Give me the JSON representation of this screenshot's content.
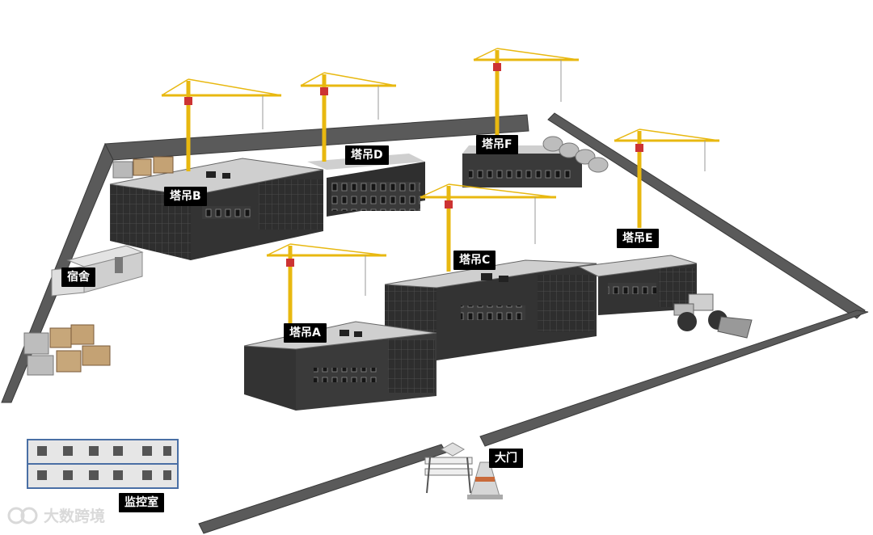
{
  "labels": {
    "crane_a": "塔吊A",
    "crane_b": "塔吊B",
    "crane_c": "塔吊C",
    "crane_d": "塔吊D",
    "crane_e": "塔吊E",
    "crane_f": "塔吊F",
    "dormitory": "宿舍",
    "gate": "大门",
    "monitor_room": "监控室"
  },
  "watermark": {
    "text": "大数跨境"
  },
  "colors": {
    "wall": "#5a5a5a",
    "building": "#3a3a3a",
    "roof": "#cfcfcf",
    "crane": "#f2c21b",
    "label_bg": "#000000"
  }
}
